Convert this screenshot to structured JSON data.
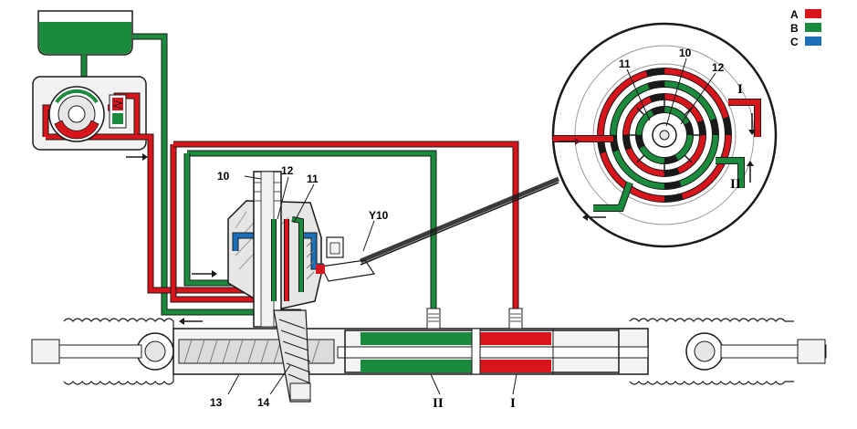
{
  "legend": [
    {
      "key": "A",
      "color": "#d9141b"
    },
    {
      "key": "B",
      "color": "#1a8a3c"
    },
    {
      "key": "C",
      "color": "#1a6fb8"
    }
  ],
  "colors": {
    "pressure": "#d9141b",
    "return": "#1a8a3c",
    "control": "#1a6fb8",
    "housing": "#e6e6e6",
    "outline": "#1a1a1a"
  },
  "labels": {
    "valve_10": "10",
    "valve_12": "12",
    "valve_11": "11",
    "solenoid": "Y10",
    "rack_13": "13",
    "pinion_14": "14",
    "chamber_2": "II",
    "chamber_1": "I",
    "detail_10": "10",
    "detail_11": "11",
    "detail_12": "12",
    "detail_1": "I",
    "detail_2": "II"
  }
}
